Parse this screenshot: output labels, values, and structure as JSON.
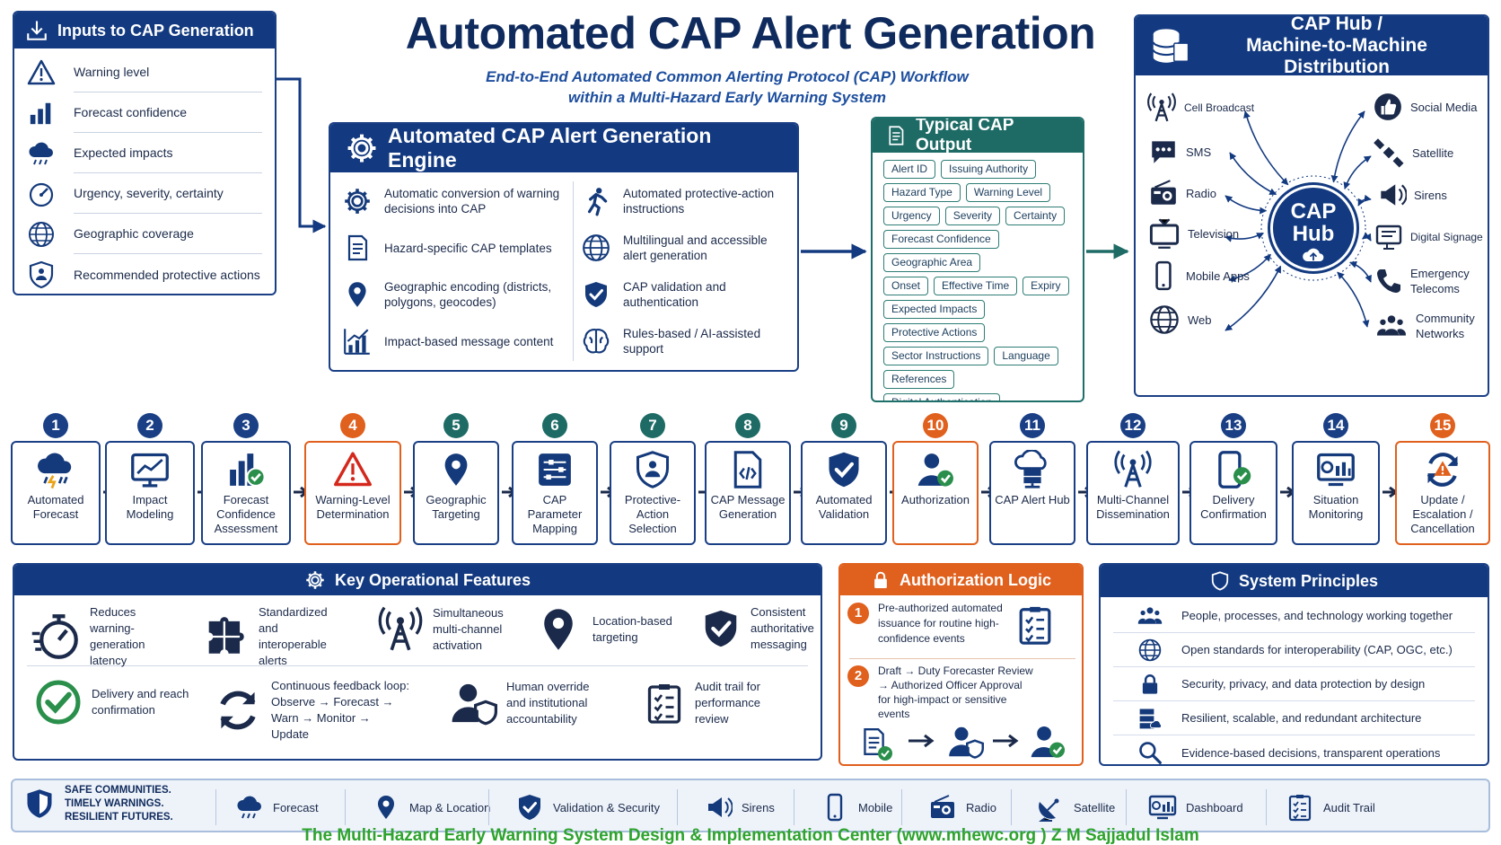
{
  "title": "Automated CAP Alert Generation",
  "subtitle_line1": "End-to-End Automated Common Alerting Protocol (CAP) Workflow",
  "subtitle_line2": "within a Multi-Hazard Early Warning System",
  "inputs": {
    "title": "Inputs to CAP Generation",
    "items": [
      {
        "label": "Warning level",
        "icon": "warning-triangle-icon"
      },
      {
        "label": "Forecast confidence",
        "icon": "bar-chart-icon"
      },
      {
        "label": "Expected impacts",
        "icon": "storm-cloud-icon"
      },
      {
        "label": "Urgency, severity, certainty",
        "icon": "gauge-icon"
      },
      {
        "label": "Geographic coverage",
        "icon": "globe-icon"
      },
      {
        "label": "Recommended protective actions",
        "icon": "shield-people-icon"
      }
    ]
  },
  "engine": {
    "title": "Automated CAP Alert Generation Engine",
    "left": [
      {
        "label": "Automatic conversion of warning decisions into CAP",
        "icon": "gear-icon"
      },
      {
        "label": "Hazard-specific CAP templates",
        "icon": "document-icon"
      },
      {
        "label": "Geographic encoding (districts, polygons, geocodes)",
        "icon": "map-pin-icon"
      },
      {
        "label": "Impact-based message content",
        "icon": "chart-up-icon"
      }
    ],
    "right": [
      {
        "label": "Automated protective-action instructions",
        "icon": "running-person-icon"
      },
      {
        "label": "Multilingual and accessible alert generation",
        "icon": "globe-icon"
      },
      {
        "label": "CAP validation and authentication",
        "icon": "shield-check-icon"
      },
      {
        "label": "Rules-based / AI-assisted support",
        "icon": "brain-icon"
      }
    ]
  },
  "cap_output": {
    "title": "Typical CAP Output",
    "rows": [
      [
        "Alert ID",
        "Issuing Authority"
      ],
      [
        "Hazard Type",
        "Warning Level"
      ],
      [
        "Urgency",
        "Severity",
        "Certainty"
      ],
      [
        "Forecast Confidence"
      ],
      [
        "Geographic Area"
      ],
      [
        "Onset",
        "Effective Time",
        "Expiry"
      ],
      [
        "Expected Impacts"
      ],
      [
        "Protective Actions"
      ],
      [
        "Sector Instructions",
        "Language"
      ],
      [
        "References"
      ],
      [
        "Digital Authentication"
      ]
    ]
  },
  "hub": {
    "title_line1": "CAP Hub /",
    "title_line2": "Machine-to-Machine Distribution",
    "center_line1": "CAP",
    "center_line2": "Hub",
    "left": [
      {
        "label": "Cell Broadcast",
        "icon": "cell-tower-icon"
      },
      {
        "label": "SMS",
        "icon": "sms-icon"
      },
      {
        "label": "Radio",
        "icon": "radio-icon"
      },
      {
        "label": "Television",
        "icon": "television-icon"
      },
      {
        "label": "Mobile Apps",
        "icon": "mobile-phone-icon"
      },
      {
        "label": "Web",
        "icon": "globe-icon"
      }
    ],
    "right": [
      {
        "label": "Social Media",
        "icon": "thumbs-up-icon"
      },
      {
        "label": "Satellite",
        "icon": "satellite-icon"
      },
      {
        "label": "Sirens",
        "icon": "siren-icon"
      },
      {
        "label": "Digital Signage",
        "icon": "signage-icon"
      },
      {
        "label": "Emergency Telecoms",
        "icon": "phone-icon"
      },
      {
        "label": "Community Networks",
        "icon": "community-icon"
      }
    ]
  },
  "steps": [
    {
      "num": "1",
      "label": "Automated Forecast",
      "color": "#1a3f85",
      "icon": "forecast-cloud-icon"
    },
    {
      "num": "2",
      "label": "Impact Modeling",
      "color": "#1a3f85",
      "icon": "monitor-chart-icon"
    },
    {
      "num": "3",
      "label": "Forecast Confidence Assessment",
      "color": "#1a3f85",
      "icon": "chart-check-icon"
    },
    {
      "num": "4",
      "label": "Warning-Level Determination",
      "color": "#e0601e",
      "icon": "warning-triangle-icon"
    },
    {
      "num": "5",
      "label": "Geographic Targeting",
      "color": "#1e6b66",
      "icon": "map-pin-icon"
    },
    {
      "num": "6",
      "label": "CAP Parameter Mapping",
      "color": "#1e6b66",
      "icon": "sliders-icon"
    },
    {
      "num": "7",
      "label": "Protective-Action Selection",
      "color": "#1e6b66",
      "icon": "shield-people-icon"
    },
    {
      "num": "8",
      "label": "CAP Message Generation",
      "color": "#1e6b66",
      "icon": "code-document-icon"
    },
    {
      "num": "9",
      "label": "Automated Validation",
      "color": "#1e6b66",
      "icon": "shield-check-icon"
    },
    {
      "num": "10",
      "label": "Authorization",
      "color": "#e0601e",
      "icon": "user-check-icon"
    },
    {
      "num": "11",
      "label": "CAP Alert Hub",
      "color": "#1a3f85",
      "icon": "cloud-server-icon"
    },
    {
      "num": "12",
      "label": "Multi-Channel Dissemination",
      "color": "#1a3f85",
      "icon": "broadcast-tower-icon"
    },
    {
      "num": "13",
      "label": "Delivery Confirmation",
      "color": "#1a3f85",
      "icon": "phone-check-icon"
    },
    {
      "num": "14",
      "label": "Situation Monitoring",
      "color": "#1a3f85",
      "icon": "dashboard-icon"
    },
    {
      "num": "15",
      "label": "Update / Escalation / Cancellation",
      "color": "#e0601e",
      "icon": "refresh-warning-icon"
    }
  ],
  "features": {
    "title": "Key Operational Features",
    "row1": [
      {
        "label": "Reduces warning-generation latency",
        "icon": "stopwatch-icon"
      },
      {
        "label": "Standardized and interoperable alerts",
        "icon": "puzzle-icon"
      },
      {
        "label": "Simultaneous multi-channel activation",
        "icon": "broadcast-tower-icon"
      },
      {
        "label": "Location-based targeting",
        "icon": "map-pin-icon"
      },
      {
        "label": "Consistent authoritative messaging",
        "icon": "shield-check-icon"
      }
    ],
    "row2": [
      {
        "label": "Delivery and reach confirmation",
        "icon": "check-circle-icon"
      },
      {
        "label": "Continuous feedback loop: Observe → Forecast → Warn → Monitor → Update",
        "icon": "refresh-icon"
      },
      {
        "label": "Human override and institutional accountability",
        "icon": "user-shield-icon"
      },
      {
        "label": "Audit trail for performance review",
        "icon": "checklist-icon"
      }
    ]
  },
  "auth": {
    "title": "Authorization Logic",
    "item1": "Pre-authorized automated issuance for routine high-confidence events",
    "item2": "Draft → Duty Forecaster Review → Authorized Officer Approval for high-impact or sensitive events"
  },
  "principles": {
    "title": "System Principles",
    "items": [
      {
        "label": "People, processes, and technology working together",
        "icon": "people-icon"
      },
      {
        "label": "Open standards for interoperability (CAP, OGC, etc.)",
        "icon": "globe-icon"
      },
      {
        "label": "Security, privacy, and data protection by design",
        "icon": "lock-icon"
      },
      {
        "label": "Resilient, scalable, and redundant architecture",
        "icon": "server-cloud-icon"
      },
      {
        "label": "Evidence-based decisions, transparent operations",
        "icon": "search-icon"
      }
    ]
  },
  "footer": {
    "slogan": "SAFE COMMUNITIES. TIMELY WARNINGS. RESILIENT FUTURES.",
    "items": [
      {
        "label": "Forecast",
        "icon": "storm-cloud-icon"
      },
      {
        "label": "Map & Location",
        "icon": "map-pin-icon"
      },
      {
        "label": "Validation & Security",
        "icon": "shield-check-icon"
      },
      {
        "label": "Sirens",
        "icon": "siren-icon"
      },
      {
        "label": "Mobile",
        "icon": "mobile-phone-icon"
      },
      {
        "label": "Radio",
        "icon": "radio-icon"
      },
      {
        "label": "Satellite",
        "icon": "satellite-dish-icon"
      },
      {
        "label": "Dashboard",
        "icon": "dashboard-icon"
      },
      {
        "label": "Audit Trail",
        "icon": "checklist-icon"
      }
    ]
  },
  "credit": "The Multi-Hazard Early Warning System Design & Implementation Center (www.mhewc.org ) Z M Sajjadul Islam"
}
